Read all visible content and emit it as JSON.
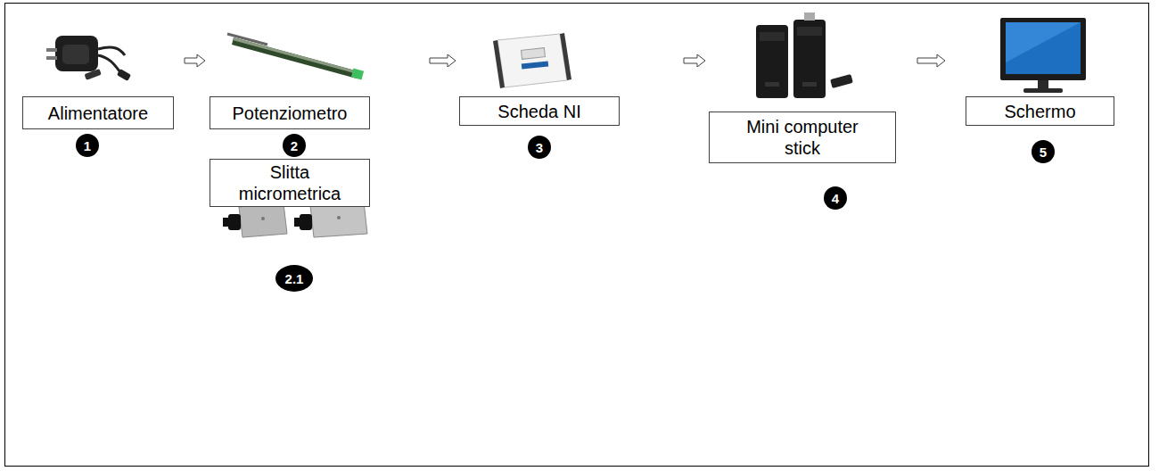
{
  "diagram": {
    "nodes": [
      {
        "text": [
          "Alimentatore"
        ]
      },
      {
        "text": [
          "Potenziometro"
        ]
      },
      {
        "text": [
          "Slitta micrometrica"
        ]
      },
      {
        "text": [
          "Scheda NI"
        ]
      },
      {
        "text": [
          "Mini computer stick"
        ]
      },
      {
        "text": [
          "Schermo"
        ]
      }
    ],
    "edges": [
      {
        "from": 0,
        "to": 1,
        "arrow": "to"
      },
      {
        "from": 1,
        "to": 3,
        "arrow": "to"
      },
      {
        "from": 3,
        "to": 4,
        "arrow": "to"
      },
      {
        "from": 4,
        "to": 5,
        "arrow": "to"
      }
    ],
    "labels": [
      "1",
      "2",
      "2.1",
      "3",
      "4",
      "5"
    ]
  }
}
